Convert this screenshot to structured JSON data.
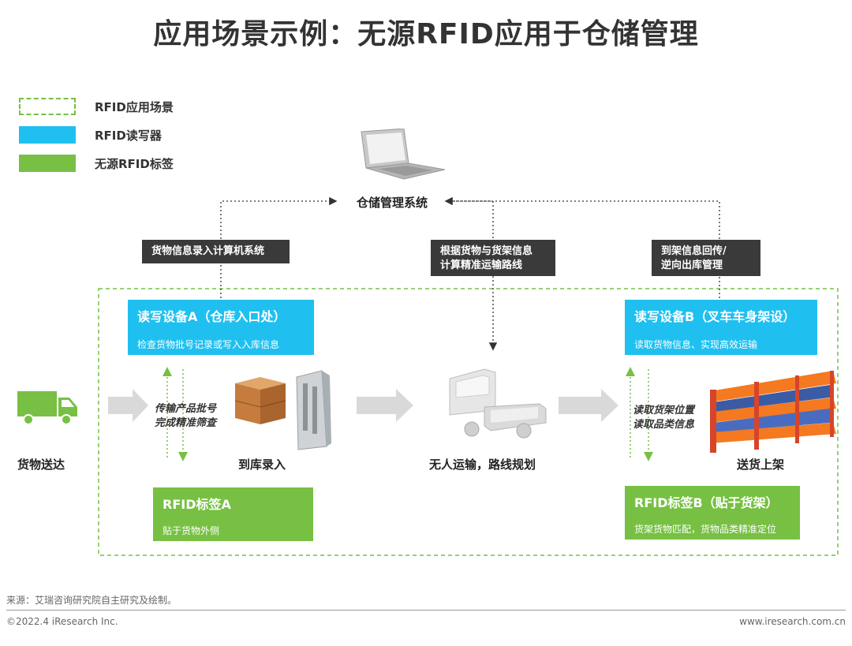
{
  "title": "应用场景示例：无源RFID应用于仓储管理",
  "legend": [
    {
      "label": "RFID应用场景",
      "color": "#77c043"
    },
    {
      "label": "RFID读写器",
      "color": "#1fc0f0"
    },
    {
      "label": "无源RFID标签",
      "color": "#77c043"
    }
  ],
  "system": {
    "label": "仓储管理系统"
  },
  "flow_labels": {
    "left": "货物信息录入计算机系统",
    "middle_line1": "根据货物与货架信息",
    "middle_line2": "计算精准运输路线",
    "right_line1": "到架信息回传/",
    "right_line2": "逆向出库管理"
  },
  "reader_a": {
    "title": "读写设备A（仓库入口处）",
    "desc": "检查货物批号记录或写入入库信息"
  },
  "reader_b": {
    "title": "读写设备B（叉车车身架设）",
    "desc": "读取货物信息、实现高效运输"
  },
  "tag_a": {
    "title": "RFID标签A",
    "desc": "贴于货物外侧"
  },
  "tag_b": {
    "title": "RFID标签B（贴于货架）",
    "desc": "货架货物匹配，货物品类精准定位"
  },
  "notes": {
    "left_line1": "传输产品批号",
    "left_line2": "完成精准筛查",
    "right_line1": "读取货架位置",
    "right_line2": "读取品类信息"
  },
  "stages": {
    "delivery": "货物送达",
    "storage": "到库录入",
    "transport": "无人运输，路线规划",
    "shelving": "送货上架"
  },
  "footer": {
    "source": "来源：艾瑞咨询研究院自主研究及绘制。",
    "copyright": "©2022.4 iResearch Inc.",
    "website": "www.iresearch.com.cn"
  },
  "colors": {
    "reader": "#1fc0f0",
    "tag": "#77c043",
    "dark_label": "#3a3a3a",
    "arrow": "#d9d9d9"
  }
}
